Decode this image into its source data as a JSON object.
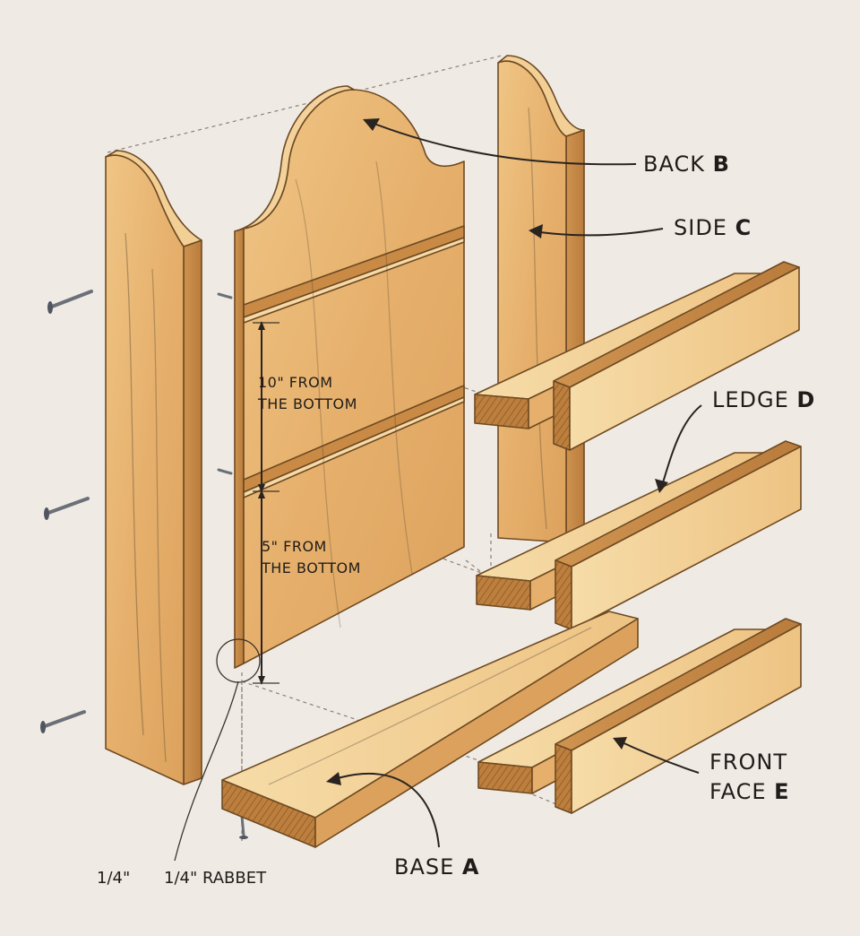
{
  "labels": {
    "back": {
      "text": "BACK ",
      "letter": "B"
    },
    "side": {
      "text": "SIDE ",
      "letter": "C"
    },
    "ledge": {
      "text": "LEDGE ",
      "letter": "D"
    },
    "front_face_line1": "FRONT",
    "front_face_line2": {
      "text": "FACE ",
      "letter": "E"
    },
    "base": {
      "text": "BASE ",
      "letter": "A"
    }
  },
  "notes": {
    "upper_line1": "10\" FROM",
    "upper_line2": "THE BOTTOM",
    "lower_line1": "5\" FROM",
    "lower_line2": "THE BOTTOM"
  },
  "rabbet": {
    "depth": "1/4\"",
    "label": "1/4\" RABBET"
  },
  "colors": {
    "background": "#efebe4",
    "wood_face": "#e9b877",
    "wood_light": "#f3d29c",
    "wood_dark": "#c98a45",
    "end_grain": "#b6793a",
    "ink": "#2a2420"
  }
}
